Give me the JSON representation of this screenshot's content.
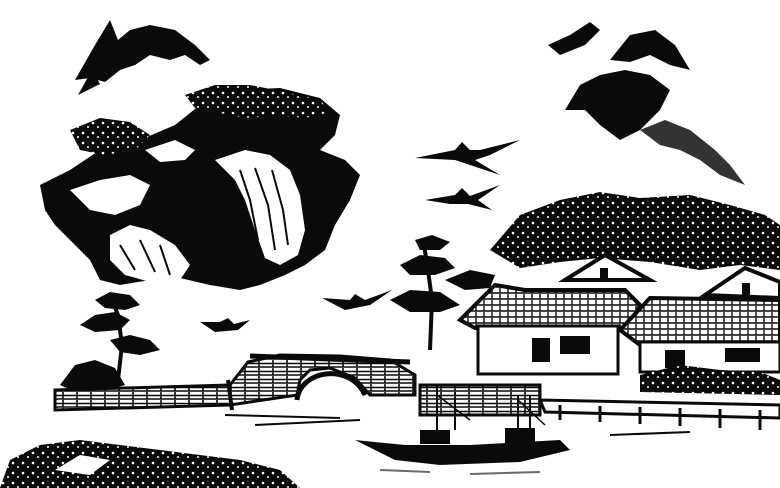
{
  "image": {
    "style": "black ink landscape",
    "colors": {
      "ink": "#0a0a0a",
      "paper": "#ffffff",
      "wash": "#6b6b6b"
    },
    "elements": [
      "distant-mountains",
      "cliff-with-pines",
      "flying-cranes",
      "arched-stone-bridge",
      "riverside-houses",
      "tile-roofs",
      "sailing-boat",
      "foreground-shrubs",
      "wooden-pier"
    ]
  }
}
